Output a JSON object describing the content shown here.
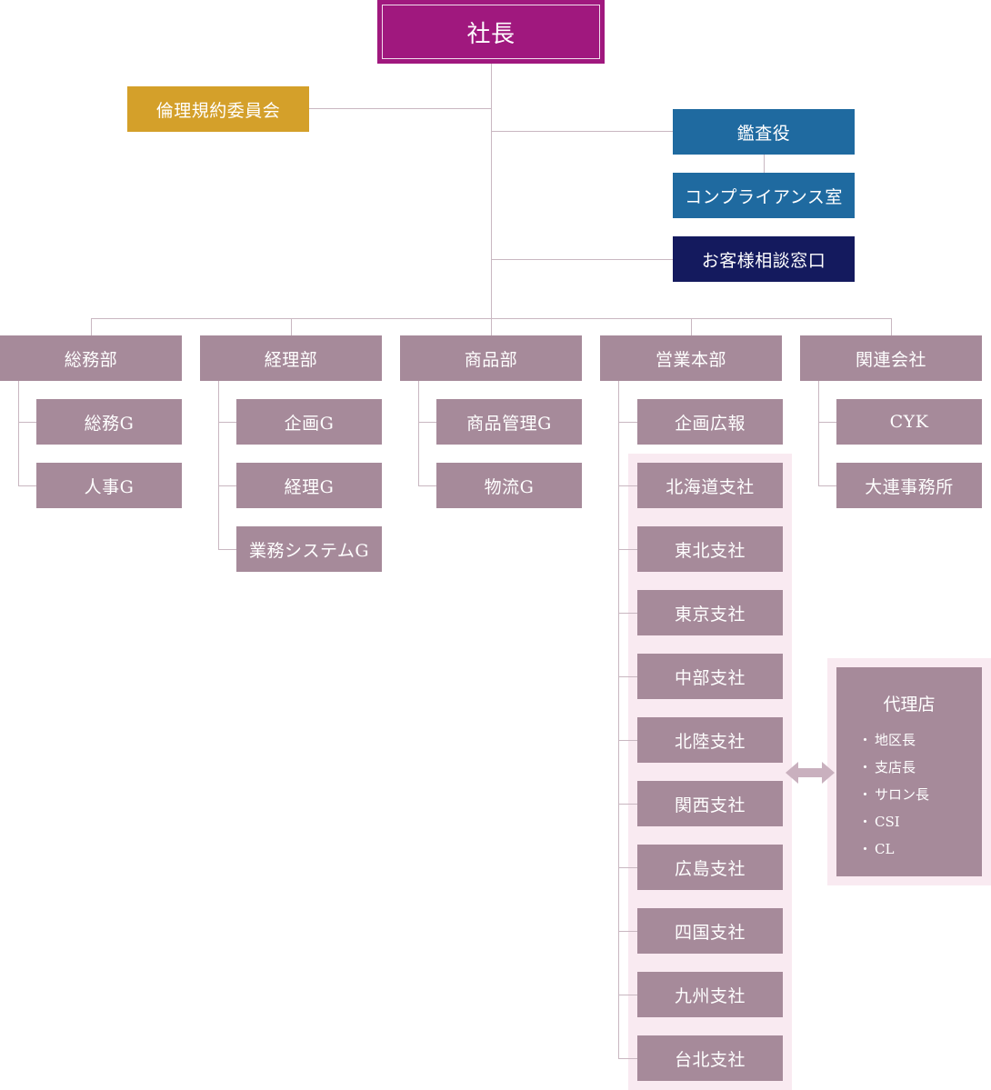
{
  "president": "社長",
  "staff": {
    "ethics": "倫理規約委員会",
    "auditor": "鑑査役",
    "compliance": "コンプライアンス室",
    "consultation": "お客様相談窓口"
  },
  "departments": [
    {
      "name": "総務部",
      "children": [
        "総務G",
        "人事G"
      ]
    },
    {
      "name": "経理部",
      "children": [
        "企画G",
        "経理G",
        "業務システムG"
      ]
    },
    {
      "name": "商品部",
      "children": [
        "商品管理G",
        "物流G"
      ]
    },
    {
      "name": "営業本部",
      "children": [
        "企画広報",
        "北海道支社",
        "東北支社",
        "東京支社",
        "中部支社",
        "北陸支社",
        "関西支社",
        "広島支社",
        "四国支社",
        "九州支社",
        "台北支社"
      ]
    },
    {
      "name": "関連会社",
      "children": [
        "CYK",
        "大連事務所"
      ]
    }
  ],
  "agency": {
    "title": "代理店",
    "items": [
      "地区長",
      "支店長",
      "サロン長",
      "CSI",
      "CL"
    ]
  },
  "colors": {
    "president": "#a0187e",
    "ethics": "#d4a02a",
    "auditor": "#1f6aa0",
    "consultation": "#141a5e",
    "unit": "#a68a9a",
    "panel": "#f9eaf1",
    "connector": "#c9b7c1"
  }
}
